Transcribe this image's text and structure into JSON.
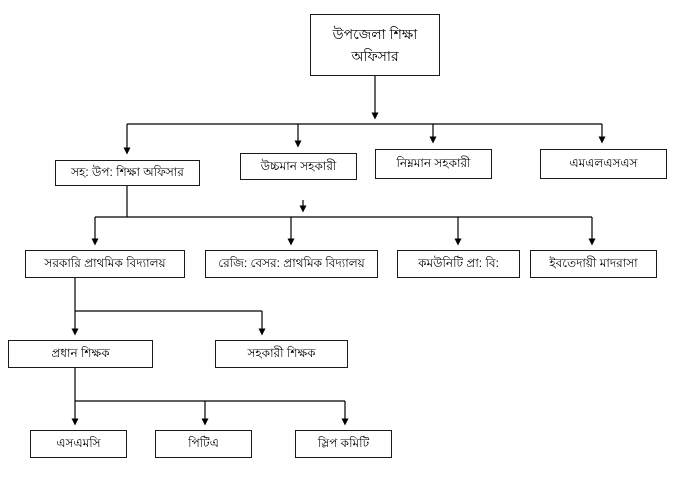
{
  "org_chart": {
    "type": "organizational-hierarchy",
    "root": {
      "label": "উপজেলা শিক্ষা অফিসার"
    },
    "level2": [
      {
        "label": "সহ: উপ: শিক্ষা অফিসার"
      },
      {
        "label": "উচ্চমান সহকারী"
      },
      {
        "label": "নিম্নমান সহকারী"
      },
      {
        "label": "এমএলএসএস"
      }
    ],
    "level3": [
      {
        "label": "সরকারি প্রাথমিক বিদ্যালয়"
      },
      {
        "label": "রেজি: বেসর: প্রাথমিক বিদ্যালয়"
      },
      {
        "label": "কমউনিটি প্রা: বি:"
      },
      {
        "label": "ইবতেদায়ী মাদরাসা"
      }
    ],
    "level4": [
      {
        "label": "প্রধান শিক্ষক"
      },
      {
        "label": "সহকারী শিক্ষক"
      }
    ],
    "level5": [
      {
        "label": "এসএমসি"
      },
      {
        "label": "পিটিএ"
      },
      {
        "label": "স্লিপ কমিটি"
      }
    ],
    "edges": [
      {
        "from": "উপজেলা শিক্ষা অফিসার",
        "to": [
          "সহ: উপ: শিক্ষা অফিসার",
          "উচ্চমান সহকারী",
          "নিম্নমান সহকারী",
          "এমএলএসএস"
        ]
      },
      {
        "from": "সহ: উপ: শিক্ষা অফিসার",
        "to": [
          "সরকারি প্রাথমিক বিদ্যালয়",
          "রেজি: বেসর: প্রাথমিক বিদ্যালয়",
          "কমউনিটি প্রা: বি:",
          "ইবতেদায়ী মাদরাসা"
        ]
      },
      {
        "from": "সরকারি প্রাথমিক বিদ্যালয়",
        "to": [
          "প্রধান শিক্ষক",
          "সহকারী শিক্ষক"
        ]
      },
      {
        "from": "প্রধান শিক্ষক",
        "to": [
          "এসএমসি",
          "পিটিএ",
          "স্লিপ কমিটি"
        ]
      }
    ],
    "colors": {
      "background": "#ffffff",
      "box_border": "#000000",
      "text": "#000000",
      "connector": "#000000"
    }
  }
}
